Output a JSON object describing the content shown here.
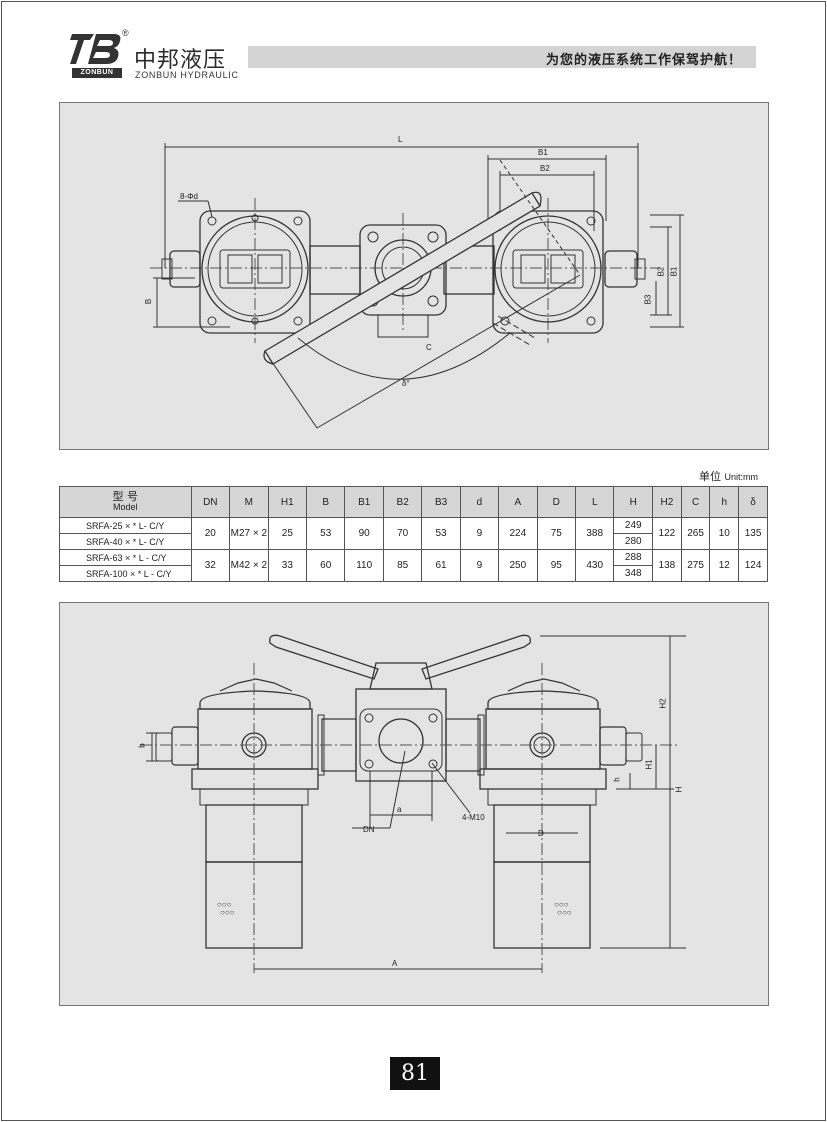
{
  "header": {
    "logo_registered": "®",
    "logo_badge": "ZONBUN",
    "brand_cn": "中邦液压",
    "brand_en": "ZONBUN HYDRAULIC",
    "slogan": "为您的液压系统工作保驾护航！"
  },
  "top_drawing": {
    "labels": {
      "L": "L",
      "B1": "B1",
      "B2": "B2",
      "B3": "B3",
      "B": "B",
      "C": "C",
      "delta": "δ°",
      "holes": "8-Φd"
    }
  },
  "unit": {
    "cn": "单位",
    "en": "Unit:mm"
  },
  "table": {
    "model_header_cn": "型 号",
    "model_header_en": "Model",
    "columns": [
      "DN",
      "M",
      "H1",
      "B",
      "B1",
      "B2",
      "B3",
      "d",
      "A",
      "D",
      "L",
      "H",
      "H2",
      "C",
      "h",
      "δ"
    ],
    "models": [
      "SRFA-25 × * L- C/Y",
      "SRFA-40 × * L- C/Y",
      "SRFA-63 × * L - C/Y",
      "SRFA-100 × * L - C/Y"
    ],
    "groups": [
      {
        "DN": "20",
        "M": "M27 × 2",
        "H1": "25",
        "B": "53",
        "B1": "90",
        "B2": "70",
        "B3": "53",
        "d": "9",
        "A": "224",
        "D": "75",
        "L": "388",
        "H": [
          "249",
          "280"
        ],
        "H2": "122",
        "C": "265",
        "h": "10",
        "delta": "135"
      },
      {
        "DN": "32",
        "M": "M42 × 2",
        "H1": "33",
        "B": "60",
        "B1": "110",
        "B2": "85",
        "B3": "61",
        "d": "9",
        "A": "250",
        "D": "95",
        "L": "430",
        "H": [
          "288",
          "348"
        ],
        "H2": "138",
        "C": "275",
        "h": "12",
        "delta": "124"
      }
    ]
  },
  "bottom_drawing": {
    "labels": {
      "H2": "H2",
      "H": "H",
      "H1": "H1",
      "b": "b",
      "h": "h",
      "a": "a",
      "DN": "DN",
      "bolts": "4-M10",
      "D": "D",
      "A": "A"
    }
  },
  "page_number": "81"
}
